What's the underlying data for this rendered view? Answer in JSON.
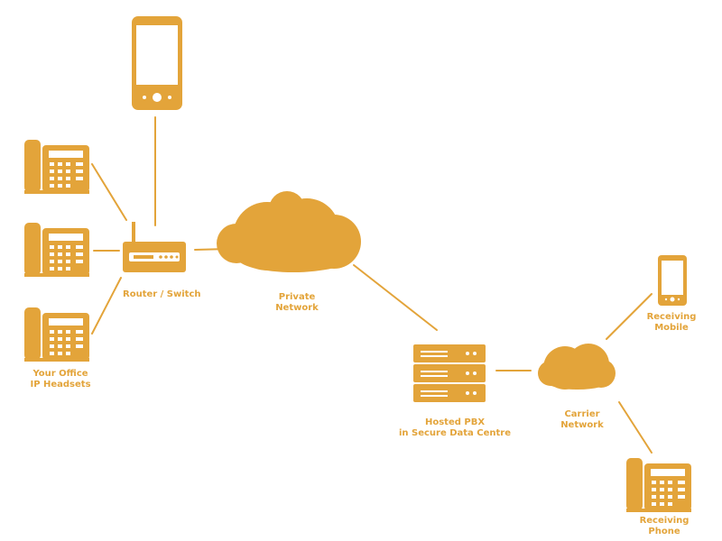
{
  "accent_color": "#E3A43A",
  "nodes": {
    "desk_phone_1": {
      "icon": "desk-phone-icon"
    },
    "desk_phone_2": {
      "icon": "desk-phone-icon"
    },
    "desk_phone_3": {
      "icon": "desk-phone-icon"
    },
    "mobile": {
      "icon": "smartphone-icon"
    },
    "router": {
      "icon": "router-icon"
    },
    "private_cloud": {
      "icon": "cloud-icon"
    },
    "server": {
      "icon": "server-rack-icon"
    },
    "carrier_cloud": {
      "icon": "cloud-icon"
    },
    "receiving_mobile": {
      "icon": "smartphone-icon"
    },
    "receiving_phone": {
      "icon": "desk-phone-icon"
    }
  },
  "labels": {
    "router": "Router / Switch",
    "private_network": [
      "Private",
      "Network"
    ],
    "office": [
      "Your Office",
      "IP Headsets"
    ],
    "hosted_pbx": [
      "Hosted PBX",
      "in Secure Data Centre"
    ],
    "carrier_network": [
      "Carrier",
      "Network"
    ],
    "receiving_mobile": [
      "Receiving",
      "Mobile"
    ],
    "receiving_phone": [
      "Receiving",
      "Phone"
    ]
  }
}
